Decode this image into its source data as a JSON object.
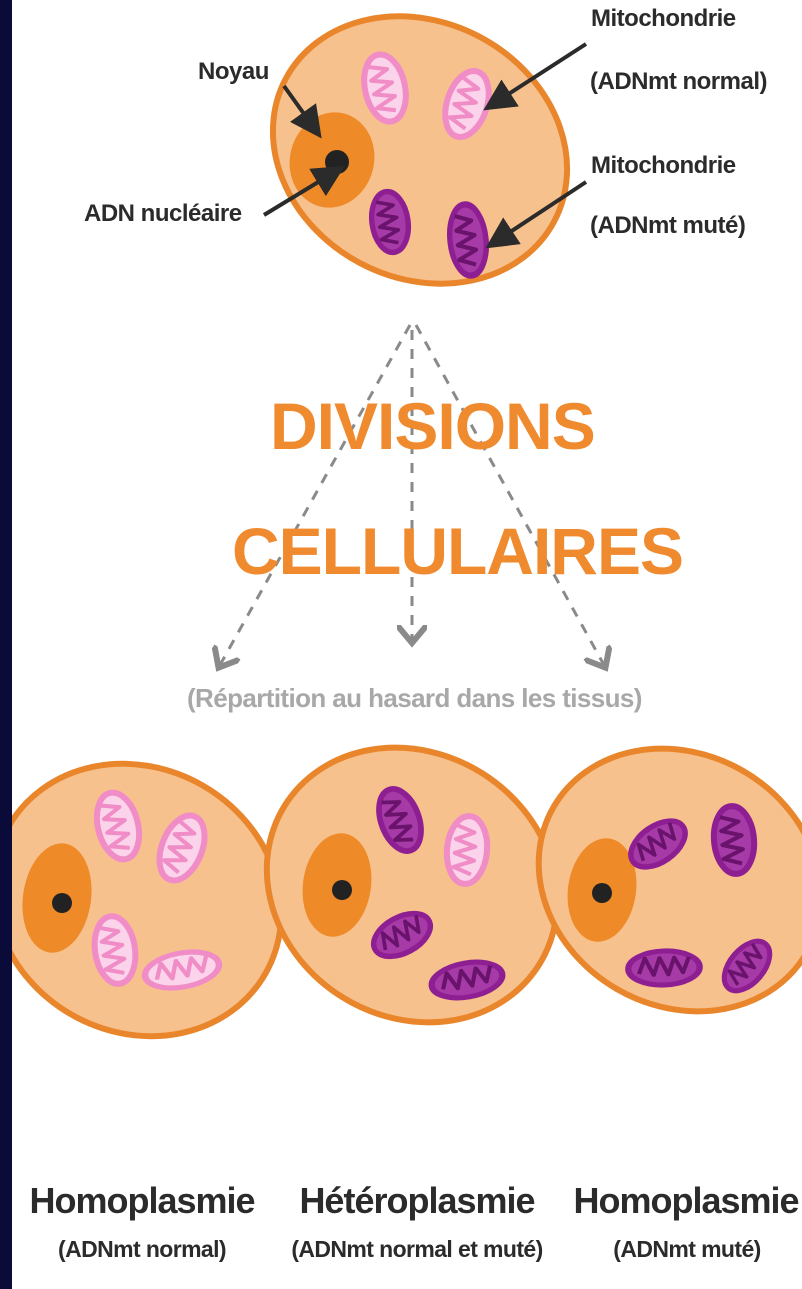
{
  "top_cell": {
    "label_noyau": "Noyau",
    "label_adn_nucleaire": "ADN nucléaire",
    "label_mito_normal_title": "Mitochondrie",
    "label_mito_normal_sub": "(ADNmt normal)",
    "label_mito_mute_title": "Mitochondrie",
    "label_mito_mute_sub": "(ADNmt muté)"
  },
  "center": {
    "title_line1": "DIVISIONS",
    "title_line2": "CELLULAIRES",
    "subtitle": "(Répartition au hasard dans les tissus)"
  },
  "bottom_cells": [
    {
      "title": "Homoplasmie",
      "subtitle": "(ADNmt normal)"
    },
    {
      "title": "Hétéroplasmie",
      "subtitle": "(ADNmt normal et muté)"
    },
    {
      "title": "Homoplasmie",
      "subtitle": "(ADNmt muté)"
    }
  ],
  "colors": {
    "cytoplasm": "#f7c18d",
    "cell_outline": "#e9862b",
    "nucleus": "#ee8a27",
    "mito_normal": "#f5a8d2",
    "mito_mutated": "#8e1f92",
    "title_orange": "#f08a2e"
  }
}
